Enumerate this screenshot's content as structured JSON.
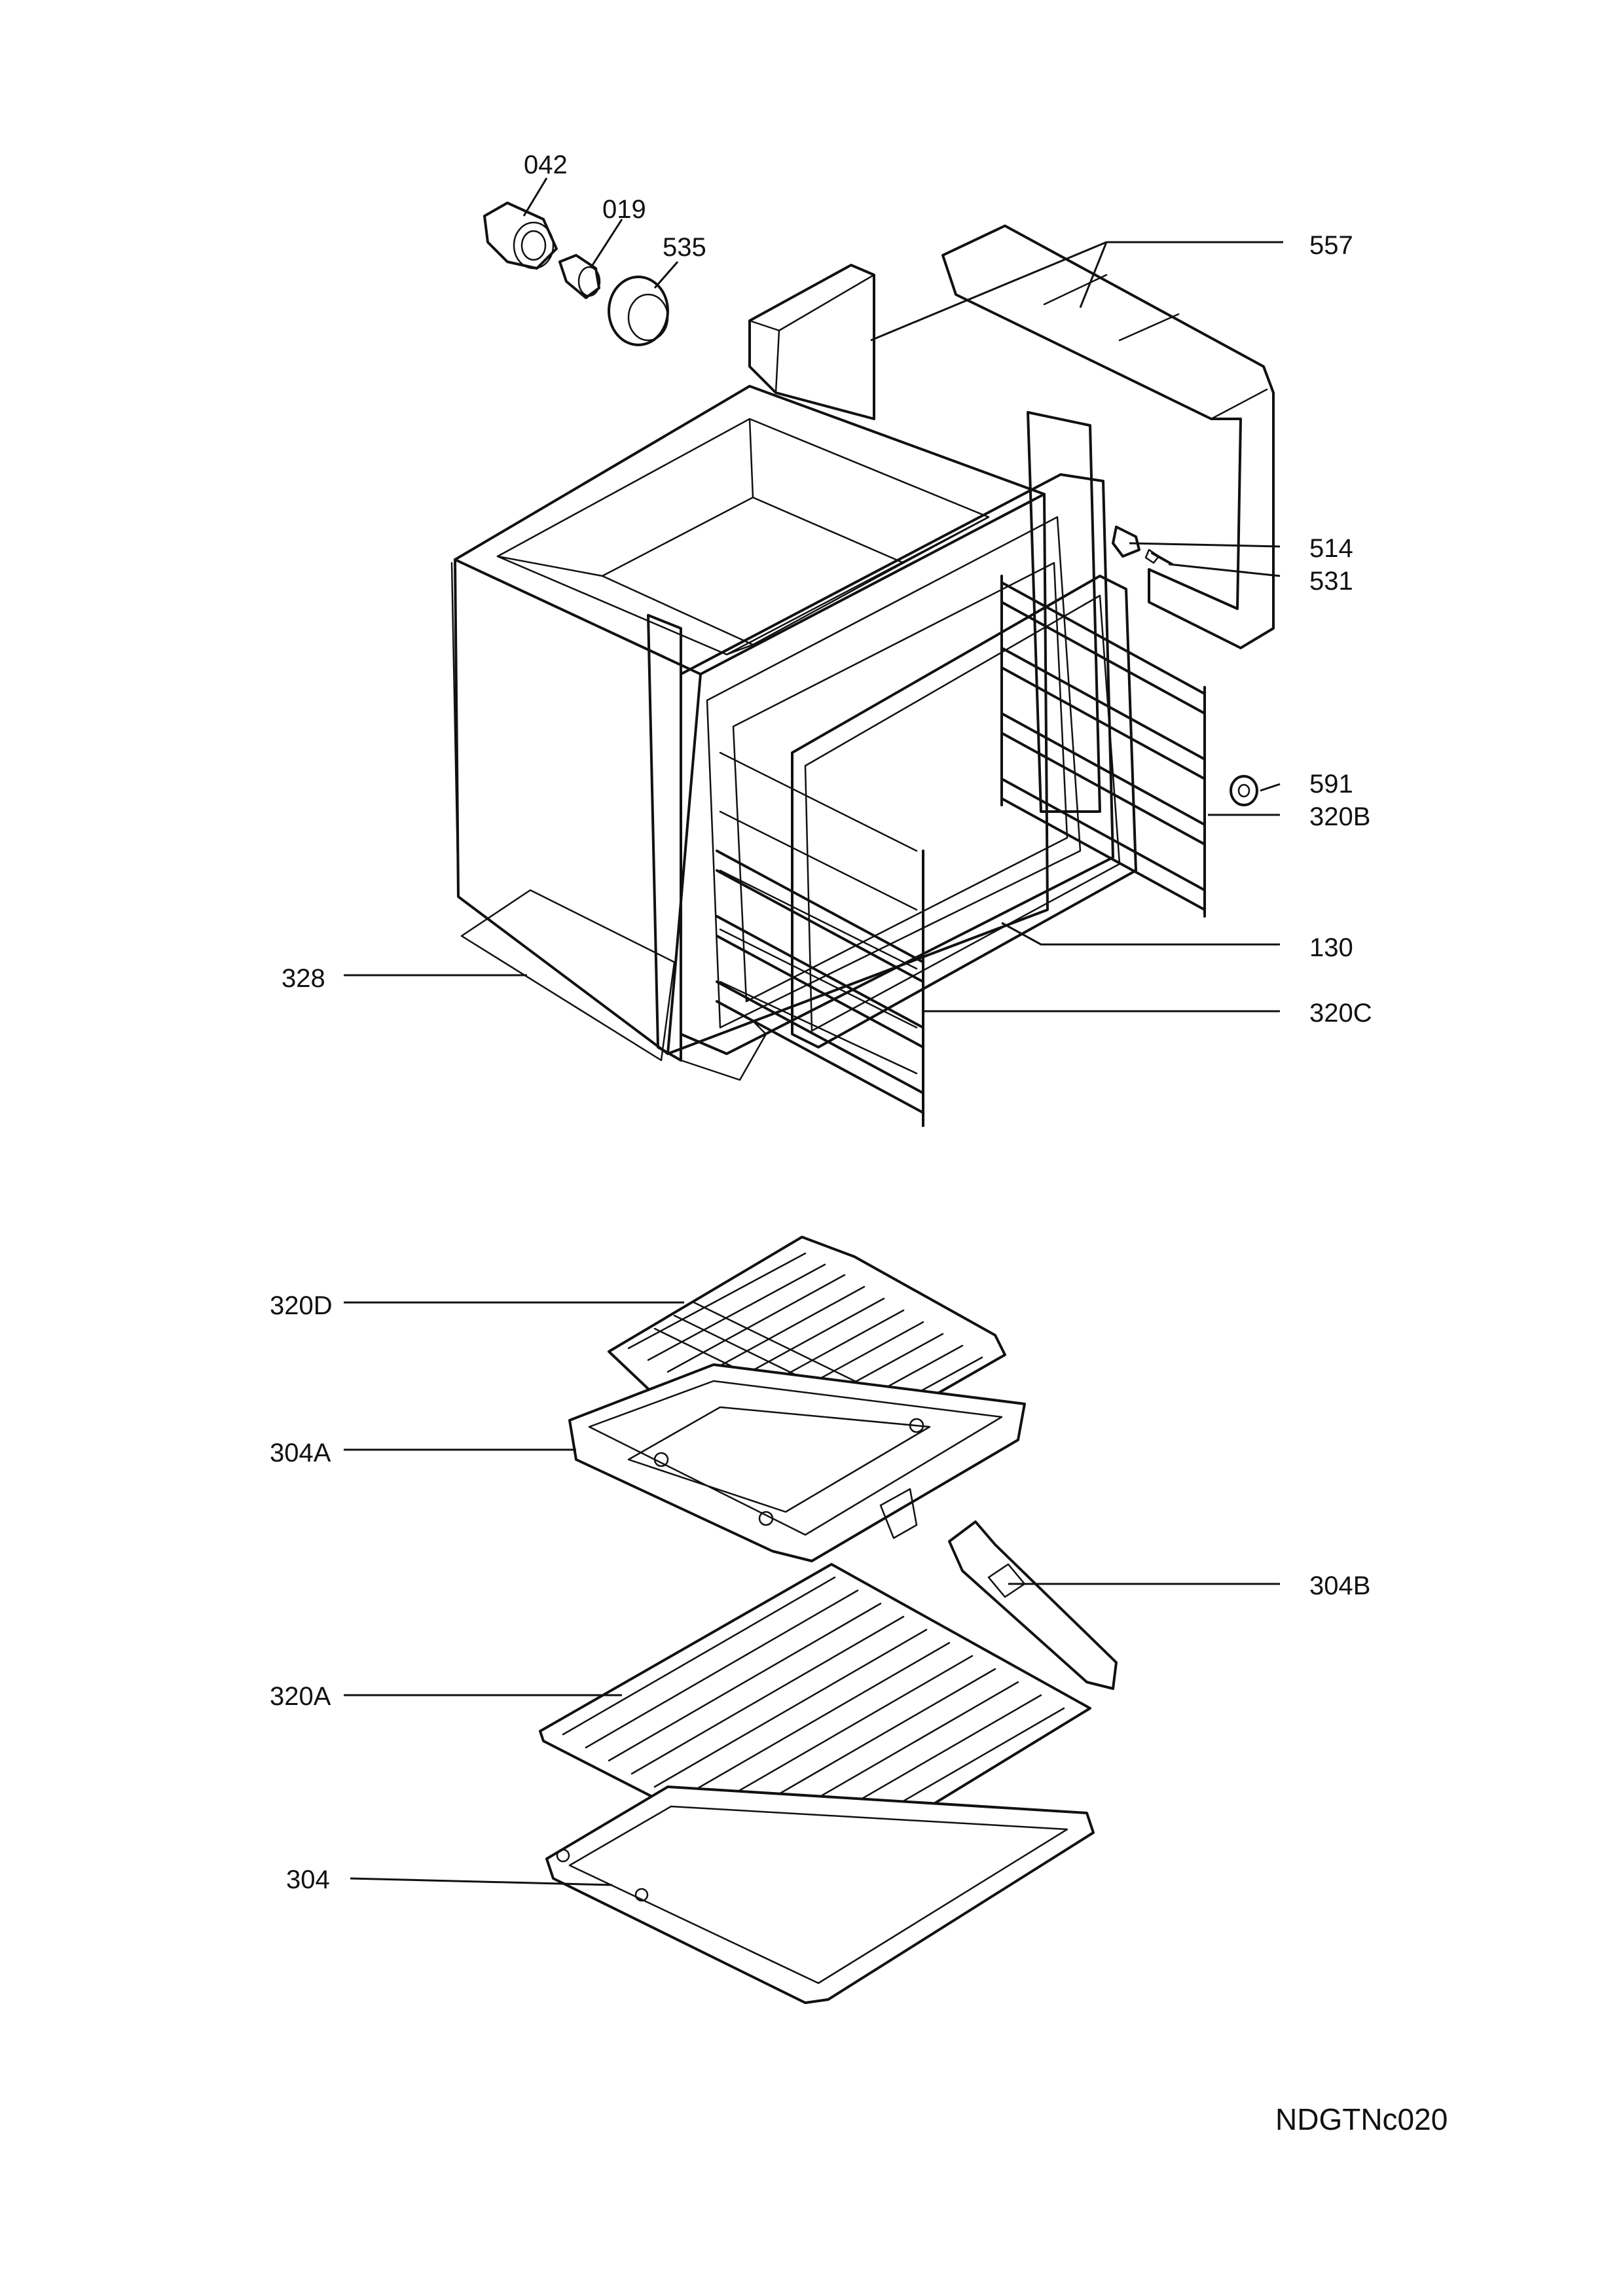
{
  "labels": {
    "p042": "042",
    "p019": "019",
    "p535": "535",
    "p557": "557",
    "p514": "514",
    "p531": "531",
    "p591": "591",
    "p320B": "320B",
    "p130": "130",
    "p328": "328",
    "p320C": "320C",
    "p320D": "320D",
    "p304A": "304A",
    "p304B": "304B",
    "p320A": "320A",
    "p304": "304"
  },
  "drawing_code": "NDGTNc020"
}
